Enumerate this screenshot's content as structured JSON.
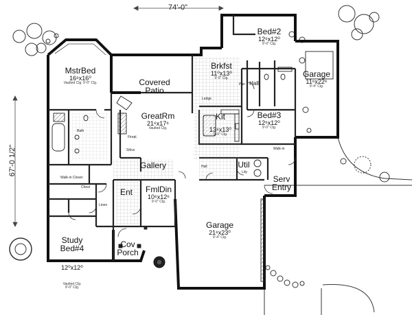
{
  "dimensions": {
    "width": "74'-0\"",
    "depth": "67'-0 1/2\""
  },
  "rooms": [
    {
      "id": "mstrbed",
      "name": "MstrBed",
      "dims": "16⁶x16⁰",
      "ceiling": "Vaulted Clg.\n9'-0\" Clg."
    },
    {
      "id": "covered_patio",
      "name": "Covered\nPatio",
      "dims": "",
      "ceiling": ""
    },
    {
      "id": "brkfst",
      "name": "Brkfst",
      "dims": "11⁰x13⁰",
      "ceiling": "9'-0\" Clg."
    },
    {
      "id": "bed2",
      "name": "Bed#2",
      "dims": "12⁶x12⁰",
      "ceiling": "9'-0\" Clg."
    },
    {
      "id": "garage_side",
      "name": "Garage",
      "dims": "11⁶x22⁶",
      "ceiling": "9'-4\" Clg."
    },
    {
      "id": "greatrm",
      "name": "GreatRm",
      "dims": "21⁶x17⁶",
      "ceiling": "Vaulted Clg."
    },
    {
      "id": "kit",
      "name": "Kit",
      "dims": "13⁸x13⁰",
      "ceiling": "9'-0\" Clg."
    },
    {
      "id": "bed3",
      "name": "Bed#3",
      "dims": "12⁶x12⁰",
      "ceiling": "9'-0\" Clg."
    },
    {
      "id": "gallery",
      "name": "Gallery",
      "dims": "",
      "ceiling": ""
    },
    {
      "id": "util",
      "name": "Util",
      "dims": "",
      "ceiling": ""
    },
    {
      "id": "serv_entry",
      "name": "Serv\nEntry",
      "dims": "",
      "ceiling": ""
    },
    {
      "id": "ent",
      "name": "Ent",
      "dims": "",
      "ceiling": ""
    },
    {
      "id": "fmldin",
      "name": "FmlDin",
      "dims": "10⁶x12⁶",
      "ceiling": "9'-0\" Clg."
    },
    {
      "id": "study",
      "name": "Study\nBed#4",
      "dims": "12⁰x12⁰",
      "ceiling": "Vaulted Clg.\n9'-0\" Clg."
    },
    {
      "id": "cov_porch",
      "name": "Cov\nPorch",
      "dims": "",
      "ceiling": ""
    },
    {
      "id": "garage_main",
      "name": "Garage",
      "dims": "21⁶x23⁰",
      "ceiling": "9'-4\" Clg."
    },
    {
      "id": "hall",
      "name": "Hall",
      "dims": "",
      "ceiling": ""
    }
  ],
  "small_labels": {
    "walkin_closet": "Walk-in Closet",
    "chest": "Chest",
    "linen": "Linen",
    "bath": "Bath",
    "ldy": "Ldy",
    "pan": "Pan",
    "hall2": "Hall",
    "walkin": "Walk-in",
    "shelves": "Shlvs",
    "fireplace": "Firepl.",
    "ledge": "Ledge"
  }
}
